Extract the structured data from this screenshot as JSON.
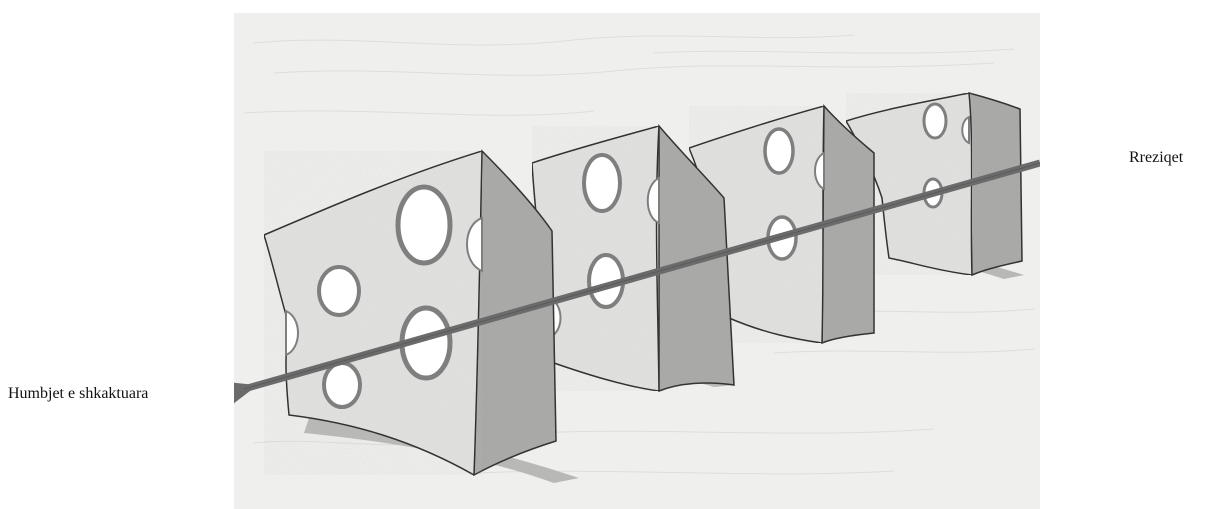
{
  "labels": {
    "hazards": "Rreziqet",
    "losses": "Humbjet e shkaktuara"
  },
  "colors": {
    "background": "#efefee",
    "slice_face": "#e3e3e1",
    "slice_side": "#a9a9a7",
    "hole_fill": "#ffffff",
    "hole_rim": "#7f7f7f",
    "arrow": "#6b6b6b",
    "shadow": "#b8b8b6",
    "outline": "#333333"
  },
  "diagram": {
    "type": "swiss-cheese-model",
    "slice_count": 4
  }
}
